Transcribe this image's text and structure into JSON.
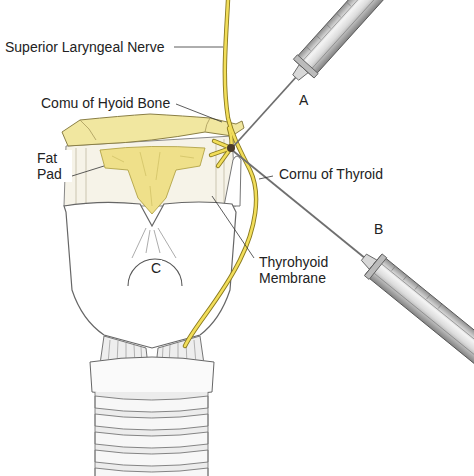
{
  "diagram": {
    "labels": [
      "Superior Laryngeal Nerve",
      "A",
      "Comu of Hyoid Bone",
      "Fat Pad",
      "Cornu of Thyroid",
      "B",
      "Thyrohyoid Membrane",
      "C"
    ]
  }
}
